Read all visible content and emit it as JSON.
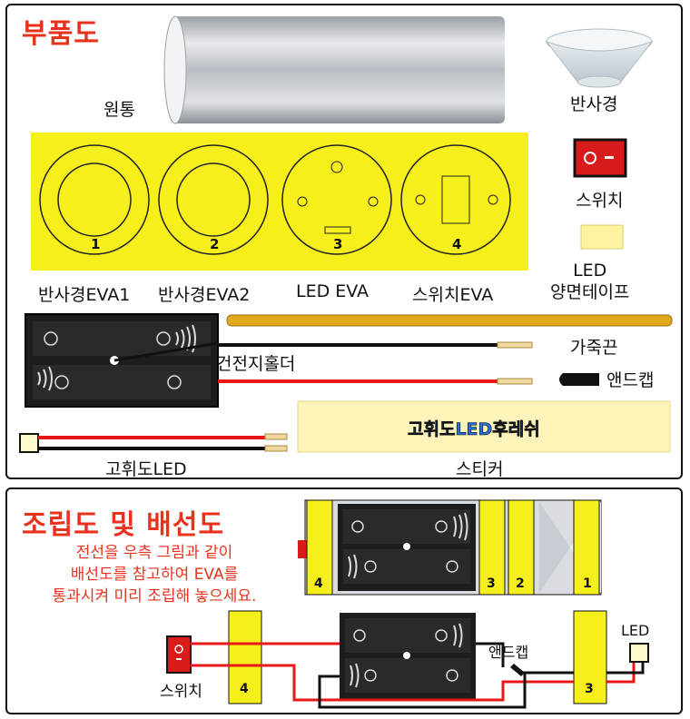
{
  "parts_title": "부품도",
  "parts": {
    "tube": "원통",
    "reflector": "반사경",
    "switch": "스위치",
    "led_tape": "LED\n양면테이프",
    "eva1": "반사경EVA1",
    "eva2": "반사경EVA2",
    "led_eva": "LED  EVA",
    "switch_eva": "스위치EVA",
    "leather_cord": "가죽끈",
    "battery_holder": "건전지홀더",
    "end_cap": "앤드캡",
    "hb_led": "고휘도LED",
    "sticker": "스티커",
    "sticker_text": "고휘도LED후레쉬",
    "eva_numbers": [
      "1",
      "2",
      "3",
      "4"
    ]
  },
  "assembly": {
    "title": "조립도 및 배선도",
    "note_lines": [
      "전선을 우측 그림과 같이",
      "배선도를 참고하여 EVA를",
      "통과시켜 미리 조립해 놓으세요."
    ],
    "plate_numbers": [
      "4",
      "3",
      "2",
      "1"
    ],
    "wiring_labels": {
      "switch": "스위치",
      "plate4": "4",
      "plate3": "3",
      "end_cap": "앤드캡",
      "led": "LED"
    }
  },
  "colors": {
    "title_red": "#e8321e",
    "eva_yellow": "#f6ef1c",
    "wire_red": "#e81818",
    "wire_black": "#111111",
    "cord_gold": "#e0a81a",
    "sticker_bg": "#fdf4b9"
  }
}
